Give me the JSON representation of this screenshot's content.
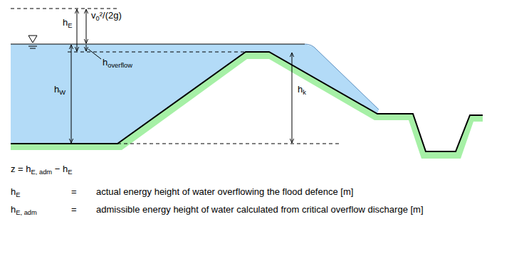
{
  "diagram": {
    "labels": [
      "hE",
      "v0²/(2g)",
      "hoverflow",
      "hW",
      "hk",
      "z = hE, adm − hE",
      "hE",
      "=",
      "actual energy height of water overflowing the flood defence [m]",
      "hE, adm",
      "=",
      "admissible energy height of water calculated from critical overflow discharge [m]"
    ]
  }
}
